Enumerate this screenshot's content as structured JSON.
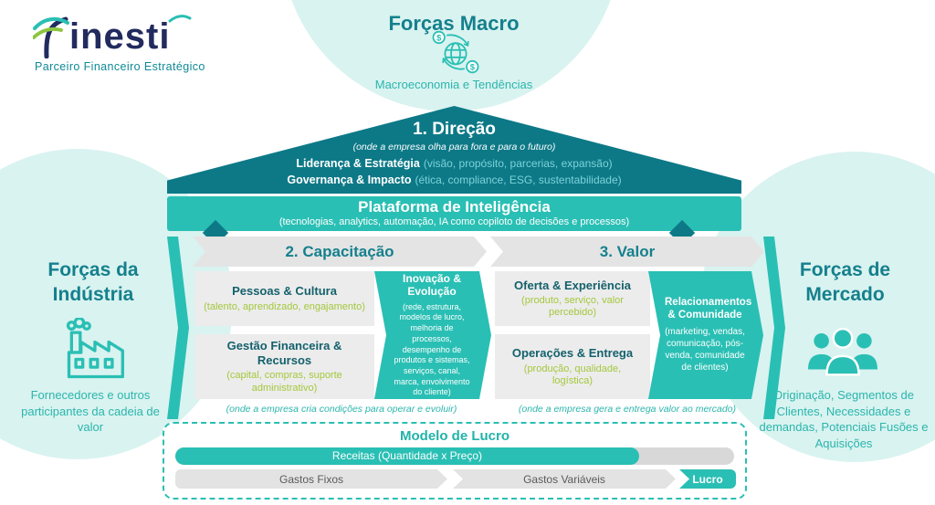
{
  "logo": {
    "name": "inesti",
    "full_name": "Finesti",
    "tagline": "Parceiro Financeiro Estratégico"
  },
  "macro": {
    "title": "Forças Macro",
    "subtitle": "Macroeconomia e Tendências",
    "icon_symbol": "$"
  },
  "industry": {
    "title": "Forças da Indústria",
    "caption": "Fornecedores e outros participantes da cadeia de valor"
  },
  "market": {
    "title": "Forças de Mercado",
    "caption": "Originação, Segmentos de Clientes, Necessidades e demandas, Potenciais Fusões e Aquisições"
  },
  "direcao": {
    "title": "1. Direção",
    "subtitle": "(onde a empresa olha para fora e para o futuro)",
    "lines": [
      {
        "label": "Liderança & Estratégia",
        "detail": "(visão, propósito, parcerias, expansão)"
      },
      {
        "label": "Governança & Impacto",
        "detail": "(ética, compliance, ESG, sustentabilidade)"
      }
    ]
  },
  "plataforma": {
    "title": "Plataforma de Inteligência",
    "subtitle": "(tecnologias, analytics, automação, IA como copiloto de decisões e processos)"
  },
  "capacitacao": {
    "title": "2. Capacitação",
    "boxes": [
      {
        "title": "Pessoas & Cultura",
        "detail": "(talento, aprendizado, engajamento)"
      },
      {
        "title": "Gestão Financeira & Recursos",
        "detail": "(capital, compras, suporte administrativo)"
      }
    ],
    "arrow": {
      "title": "Inovação & Evolução",
      "detail": "(rede, estrutura, modelos de lucro, melhoria de processos, desempenho de produtos e sistemas, serviços, canal, marca, envolvimento do cliente)"
    },
    "caption": "(onde a empresa cria condições para operar e evoluir)"
  },
  "valor": {
    "title": "3. Valor",
    "boxes": [
      {
        "title": "Oferta & Experiência",
        "detail": "(produto, serviço, valor percebido)"
      },
      {
        "title": "Operações & Entrega",
        "detail": "(produção, qualidade, logística)"
      }
    ],
    "arrow": {
      "title": "Relacionamentos & Comunidade",
      "detail": "(marketing, vendas, comunicação, pós-venda, comunidade de clientes)"
    },
    "caption": "(onde a empresa gera e entrega valor ao mercado)"
  },
  "modelo": {
    "title": "Modelo de Lucro",
    "receitas": "Receitas (Quantidade x Preço)",
    "gastos_fixos": "Gastos Fixos",
    "gastos_variaveis": "Gastos Variáveis",
    "lucro": "Lucro"
  },
  "colors": {
    "teal": "#2abfb4",
    "dark_teal": "#0d7987",
    "mint": "#d9f3f0",
    "green_accent": "#a4c83d",
    "navy": "#222b5e",
    "heading_teal": "#15808d"
  }
}
